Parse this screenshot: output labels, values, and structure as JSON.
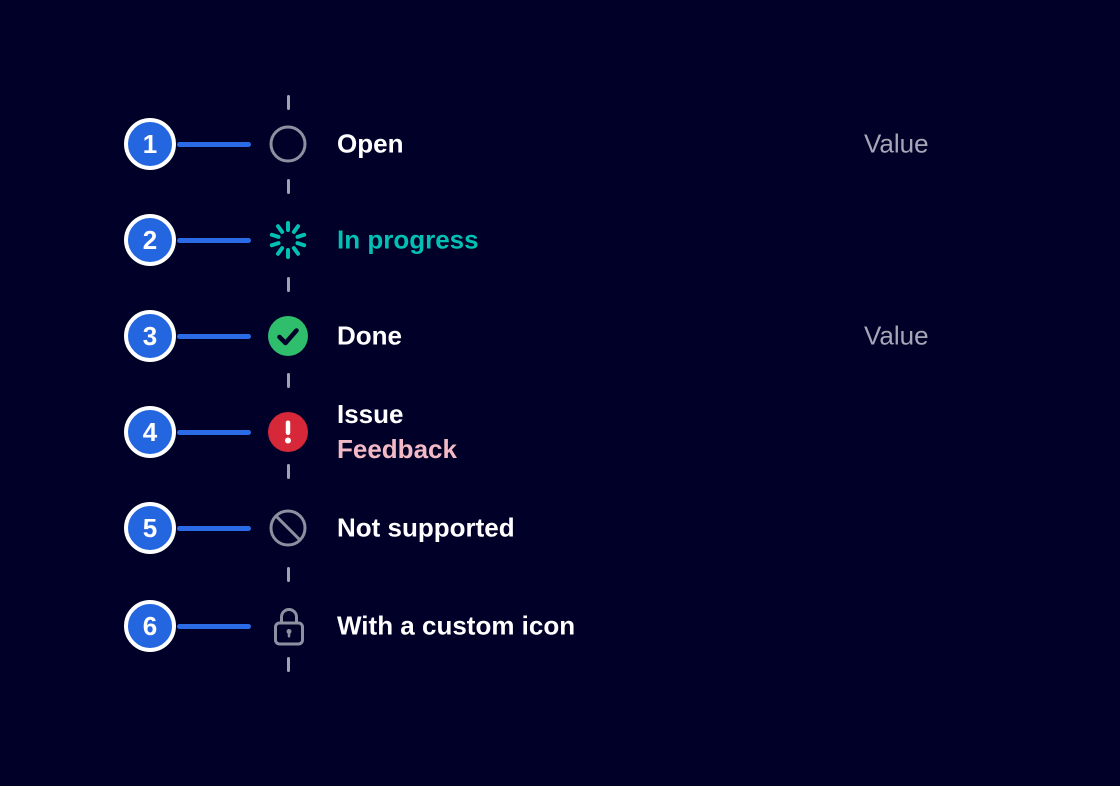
{
  "colors": {
    "background": "#000028",
    "marker_blue": "#2465e0",
    "connector_blue": "#2b6ce6",
    "teal": "#00c1b4",
    "green": "#2fbe6c",
    "red": "#d62839",
    "pink": "#f3bac6",
    "icon_gray": "#8c90a0",
    "dash_gray": "#a2a2b4",
    "value_gray": "#a6a6b6",
    "white": "#ffffff"
  },
  "timeline": {
    "rows": [
      {
        "number": "1",
        "icon": "open-circle-icon",
        "label": "Open",
        "value": "Value"
      },
      {
        "number": "2",
        "icon": "spinner-icon",
        "label": "In progress"
      },
      {
        "number": "3",
        "icon": "check-circle-icon",
        "label": "Done",
        "value": "Value"
      },
      {
        "number": "4",
        "icon": "alert-circle-icon",
        "label": "Issue",
        "sublabel": "Feedback"
      },
      {
        "number": "5",
        "icon": "prohibited-icon",
        "label": "Not supported"
      },
      {
        "number": "6",
        "icon": "lock-icon",
        "label": "With a custom icon"
      }
    ]
  }
}
